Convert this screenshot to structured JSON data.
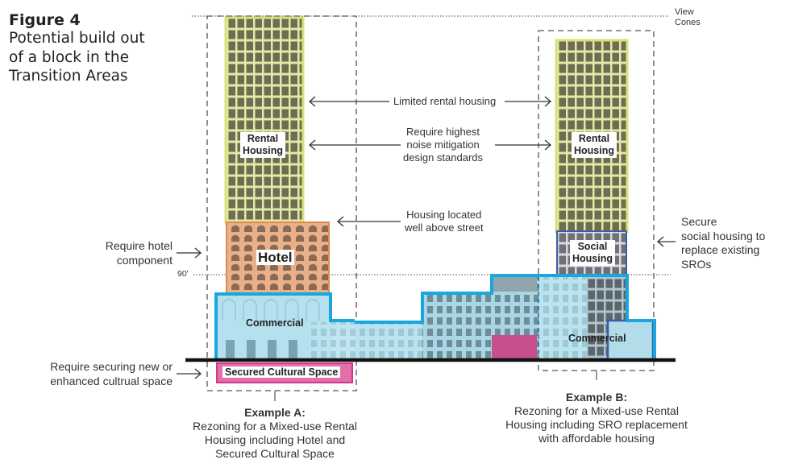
{
  "figure": {
    "number": "Figure 4",
    "subtitle_lines": [
      "Potential build out",
      "of a block in the",
      "Transition Areas"
    ]
  },
  "reference_lines": {
    "view_cones_label_lines": [
      "View",
      "Cones"
    ],
    "height_90_label": "90'"
  },
  "building_labels": {
    "rental_housing_a_lines": [
      "Rental",
      "Housing"
    ],
    "rental_housing_b_lines": [
      "Rental",
      "Housing"
    ],
    "hotel": "Hotel",
    "social_housing_lines": [
      "Social",
      "Housing"
    ],
    "commercial_a": "Commercial",
    "commercial_b": "Commercial",
    "secured_cultural_space": "Secured Cultural Space"
  },
  "annotations": {
    "limited_rental": "Limited rental housing",
    "noise_mitigation_lines": [
      "Require highest",
      "noise mitigation",
      "design standards"
    ],
    "housing_above_street_lines": [
      "Housing located",
      "well above street"
    ],
    "hotel_component_lines": [
      "Require hotel",
      "component"
    ],
    "cultural_space_lines": [
      "Require securing new or",
      "enhanced cultrual space"
    ],
    "social_housing_lines": [
      "Secure",
      "social housing to",
      "replace existing",
      "SROs"
    ]
  },
  "examples": {
    "a": {
      "title": "Example A:",
      "lines": [
        "Rezoning for a Mixed-use Rental",
        "Housing including Hotel and",
        "Secured Cultural Space"
      ]
    },
    "b": {
      "title": "Example B:",
      "lines": [
        "Rezoning for a Mixed-use Rental",
        "Housing including SRO replacement",
        "with affordable housing"
      ]
    }
  },
  "colors": {
    "tower_fill": "#6b6b4f",
    "tower_grid": "#e8ecb0",
    "tower_border": "#d9e27a",
    "hotel_fill": "#e8a982",
    "hotel_border": "#e08a4a",
    "commercial_fill": "#aee0ef",
    "commercial_border": "#1aa7de",
    "social_border": "#3a5ea8",
    "cultural_fill": "#e06aa8",
    "cultural_border": "#d1388a",
    "ground": "#111111"
  }
}
